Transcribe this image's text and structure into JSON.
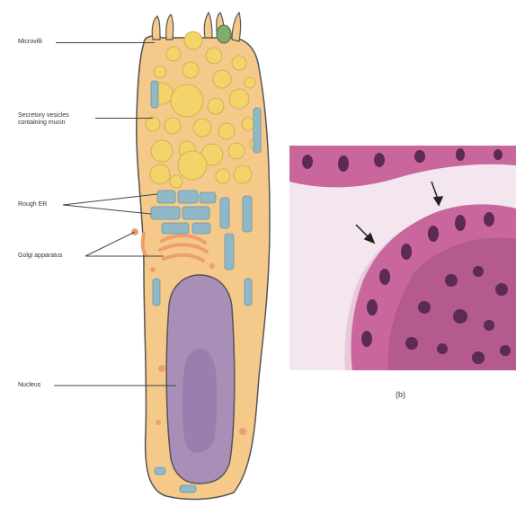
{
  "labels": {
    "microvilli": "Microvilli",
    "secretory_vesicles": "Secretory vesicles containing mucin",
    "rough_er": "Rough ER",
    "golgi": "Golgi apparatus",
    "nucleus": "Nucleus"
  },
  "panel_label": "(b)",
  "colors": {
    "cytoplasm": "#f5c98a",
    "vesicle": "#f2d46a",
    "er": "#8fb8c9",
    "golgi": "#ef9e6e",
    "nucleus": "#a98fb8",
    "nucleus_inner": "#9a7fae",
    "membrane": "#555555",
    "tissue_bg": "#e8c9dc",
    "tissue_cell": "#c9669c",
    "tissue_nucleus": "#5b2a55"
  }
}
